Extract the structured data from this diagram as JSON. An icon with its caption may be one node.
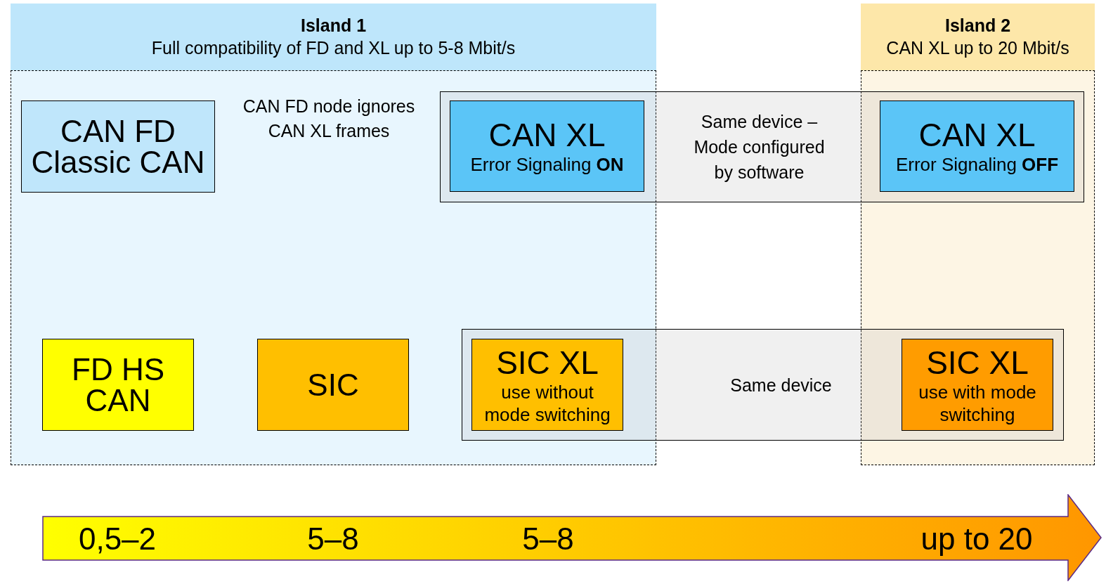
{
  "diagram": {
    "nodes": [
      {
        "text": [
          "Island 1",
          "Full compatibility of FD and XL up to 5-8 Mbit/s"
        ]
      },
      {
        "text": [
          "Island 2",
          "CAN XL up to 20 Mbit/s"
        ]
      },
      {
        "text": [
          "CAN FD Classic CAN"
        ],
        "in": 0
      },
      {
        "text": [
          "Same device – Mode configured by software"
        ]
      },
      {
        "text": [
          "CAN XL",
          "Error Signaling **ON**"
        ]
      },
      {
        "text": [
          "CAN XL",
          "Error Signaling **OFF**"
        ]
      },
      {
        "text": [
          "FD HS CAN"
        ],
        "in": 0
      },
      {
        "text": [
          "SIC"
        ],
        "in": 0
      },
      {
        "text": [
          "Same device"
        ]
      },
      {
        "text": [
          "SIC XL",
          "use without mode switching"
        ]
      },
      {
        "text": [
          "SIC XL",
          "use with mode switching"
        ]
      },
      {
        "text": [
          "0,5–2",
          "5–8",
          "5–8",
          "up to 20"
        ]
      }
    ],
    "edges": [],
    "labels": [
      "CAN FD node ignores CAN XL frames"
    ]
  }
}
